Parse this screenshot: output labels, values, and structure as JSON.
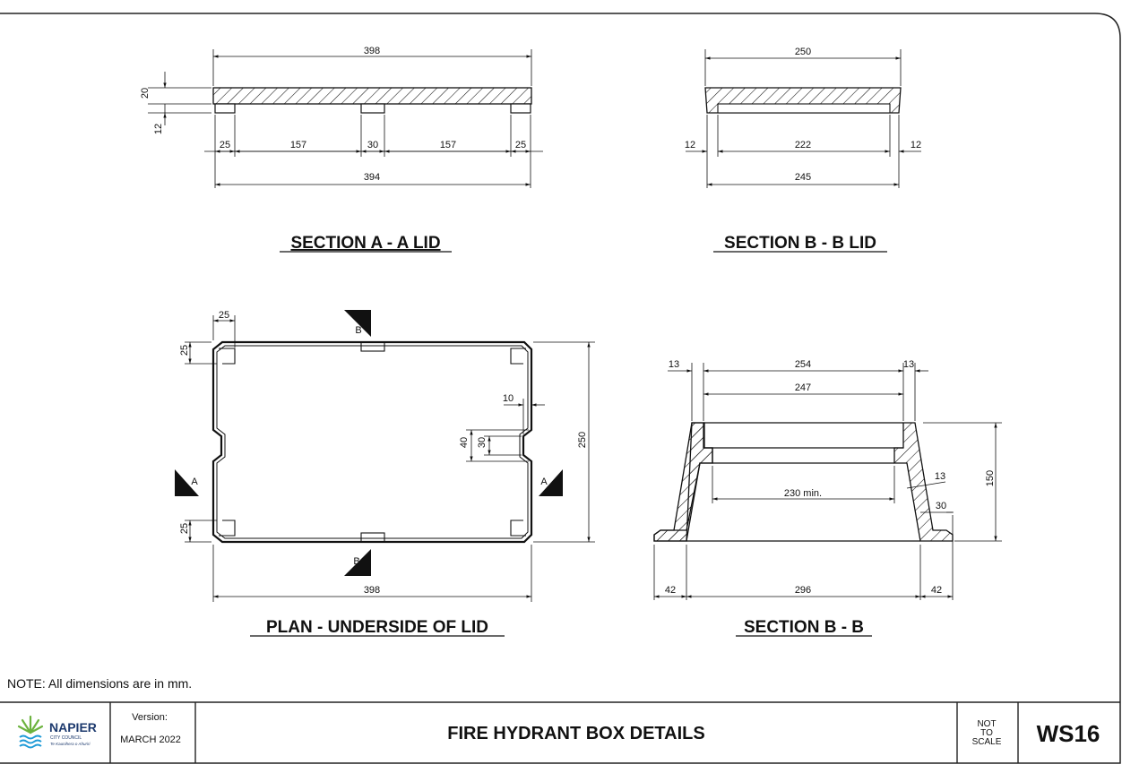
{
  "sections": {
    "section_aa": {
      "title": "SECTION A - A LID",
      "dims": {
        "overall_top": "398",
        "thickness": "20",
        "leg": "12",
        "end_left": "25",
        "span_left": "157",
        "mid": "30",
        "span_right": "157",
        "end_right": "25",
        "overall_bottom": "394"
      }
    },
    "section_bb_lid": {
      "title": "SECTION B - B LID",
      "dims": {
        "overall_top": "250",
        "rim_left": "12",
        "inner": "222",
        "rim_right": "12",
        "overall_bottom": "245"
      }
    },
    "plan": {
      "title": "PLAN - UNDERSIDE OF LID",
      "dims": {
        "corner_w": "25",
        "corner_h_top": "25",
        "corner_h_bottom": "25",
        "notch_depth": "10",
        "notch_outer": "40",
        "notch_inner": "30",
        "height": "250",
        "width": "398"
      },
      "markers": {
        "top": "B",
        "bottom": "B",
        "left": "A",
        "right": "A"
      }
    },
    "section_bb": {
      "title": "SECTION B - B",
      "dims": {
        "top_left": "13",
        "top_outer": "254",
        "top_right": "13",
        "top_inner": "247",
        "wall": "13",
        "clear": "230 min.",
        "height": "150",
        "flange_h": "30",
        "base_left": "42",
        "base_mid": "296",
        "base_right": "42"
      }
    }
  },
  "note": "NOTE:  All dimensions are in mm.",
  "title_block": {
    "logo_name": "NAPIER",
    "logo_sub": "CITY COUNCIL",
    "logo_tagline": "Te Kaunihera o Ahuriri",
    "version_label": "Version:",
    "version_value": "MARCH 2022",
    "drawing_title": "FIRE HYDRANT BOX DETAILS",
    "scale_line1": "NOT",
    "scale_line2": "TO",
    "scale_line3": "SCALE",
    "drawing_number": "WS16"
  },
  "colors": {
    "line": "#111111",
    "logo_green": "#6db33f",
    "logo_blue": "#1f9bd7",
    "logo_navy": "#1d3a6e"
  }
}
